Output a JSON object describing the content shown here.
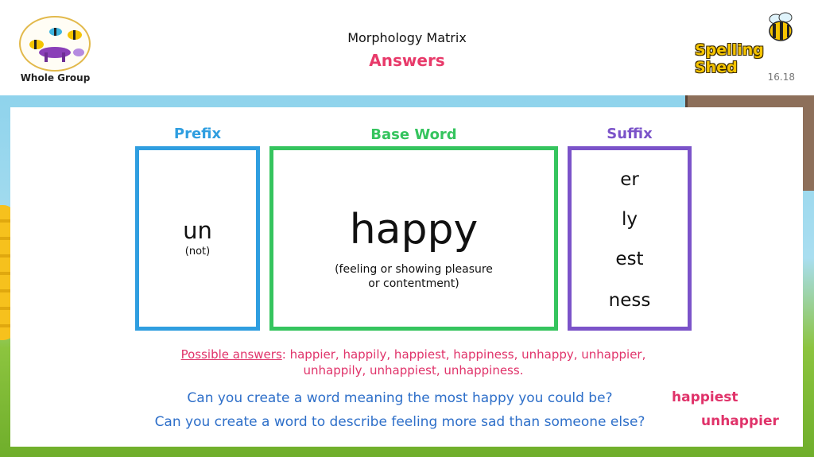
{
  "header": {
    "logo_caption": "Whole Group",
    "title": "Morphology Matrix",
    "subtitle": "Answers",
    "slide_number": "16.18",
    "brand": "Spelling Shed"
  },
  "matrix": {
    "prefix": {
      "label": "Prefix",
      "word": "un",
      "meaning": "(not)"
    },
    "base": {
      "label": "Base Word",
      "word": "happy",
      "meaning_line1": "(feeling or showing pleasure",
      "meaning_line2": "or contentment)"
    },
    "suffix": {
      "label": "Suffix",
      "items": [
        "er",
        "ly",
        "est",
        "ness"
      ]
    }
  },
  "answers": {
    "lead": "Possible answers",
    "line1": ": happier, happily, happiest, happiness, unhappy, unhappier,",
    "line2": "unhappily, unhappiest, unhappiness."
  },
  "questions": [
    {
      "text": "Can you create a word meaning the most happy you could be?",
      "answer": "happiest"
    },
    {
      "text": "Can you create a word to describe feeling more sad than someone else?",
      "answer": "unhappier"
    }
  ],
  "colors": {
    "prefix": "#2f9ee0",
    "base": "#35c45e",
    "suffix": "#7b53c9",
    "answer_pink": "#e0336a",
    "question_blue": "#2e6fc9"
  }
}
